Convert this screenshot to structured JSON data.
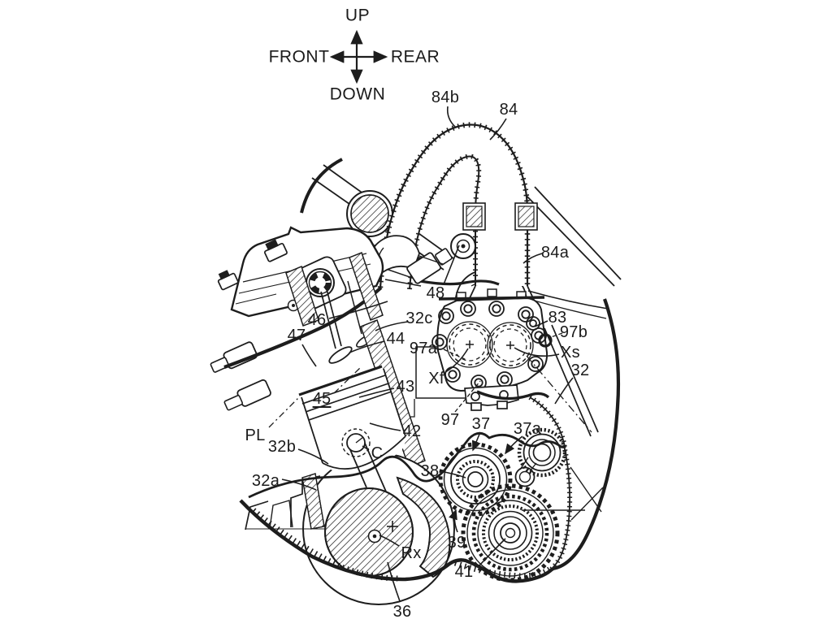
{
  "page": {
    "background": "#ffffff",
    "ink": "#1d1d1d"
  },
  "compass": {
    "up": "UP",
    "down": "DOWN",
    "front": "FRONT",
    "rear": "REAR"
  },
  "figure": {
    "kind": "patent-style engine side-view line drawing",
    "labels": [
      "84b",
      "84",
      "84a",
      "48",
      "32c",
      "46",
      "47",
      "44",
      "43",
      "45",
      "PL",
      "32b",
      "32a",
      "C",
      "42",
      "97a",
      "Xf",
      "97",
      "83",
      "97b",
      "Xs",
      "32",
      "37",
      "37a",
      "38",
      "39",
      "41",
      "Rx",
      "36"
    ]
  }
}
